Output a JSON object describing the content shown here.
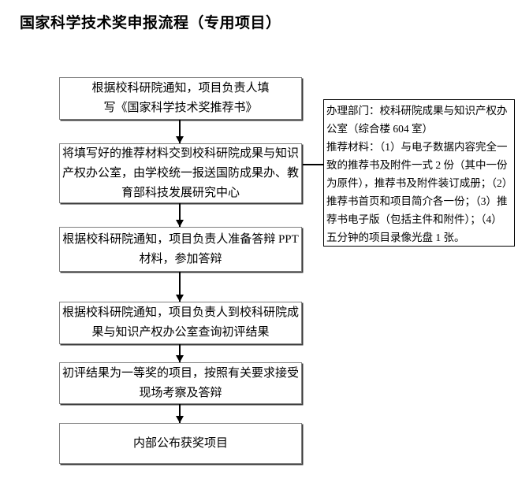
{
  "title": "国家科学技术奖申报流程（专用项目）",
  "flowchart": {
    "steps": [
      {
        "text": "根据校科研院通知，项目负责人填\n写《国家科学技术奖推荐书》"
      },
      {
        "text": "将填写好的推荐材料交到校科研院成果与知识\n产权办公室，由学校统一报送国防成果办、教\n育部科技发展研究中心"
      },
      {
        "text": "根据校科研院通知，项目负责人准备答辩 PPT\n材料，参加答辩"
      },
      {
        "text": "根据校科研院通知，项目负责人到校科研院成\n果与知识产权办公室查询初评结果"
      },
      {
        "text": "初评结果为一等奖的项目，按照有关要求接受\n现场考察及答辩"
      },
      {
        "text": "内部公布获奖项目"
      }
    ]
  },
  "note": {
    "text": "办理部门：校科研院成果与知识产权办\n公室（综合楼 604 室）\n推荐材料：（1）与电子数据内容完全一\n致的推荐书及附件一式 2 份（其中一份\n为原件），推荐书及附件装订成册；（2）\n推荐书首页和项目简介各一份；（3）推\n荐书电子版（包括主件和附件）；（4）\n五分钟的项目录像光盘 1 张。"
  },
  "colors": {
    "background": "#ffffff",
    "text": "#000000",
    "flow_box_border": "#7f7f7f",
    "flow_box_shadow": "#3a3a3a",
    "note_box_border": "#000000",
    "connector": "#000000"
  }
}
